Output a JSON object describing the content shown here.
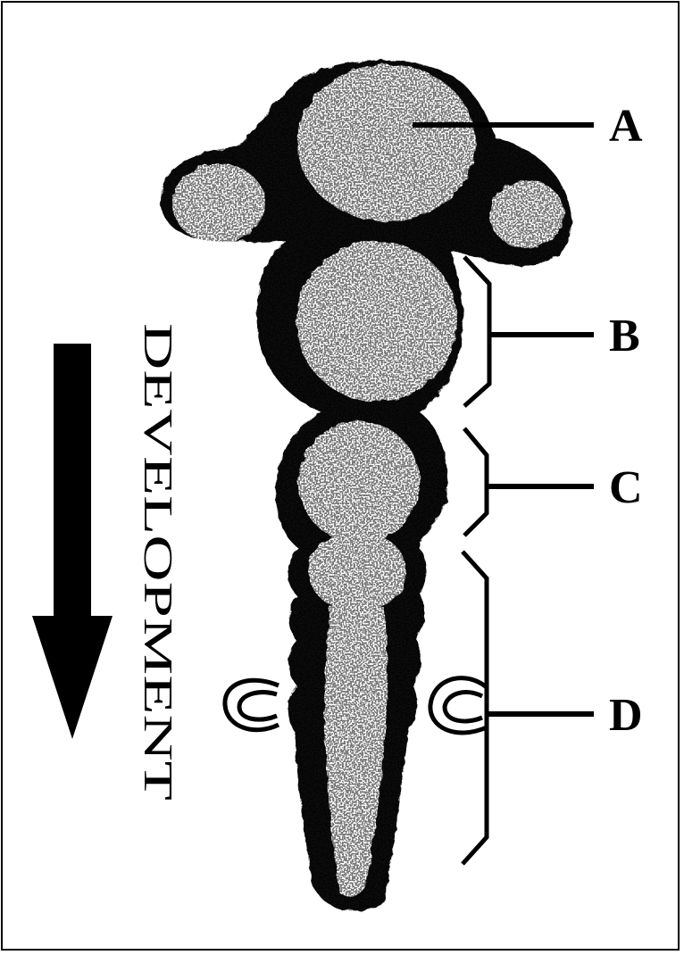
{
  "labels": {
    "a": "A",
    "b": "B",
    "c": "C",
    "d": "D"
  },
  "development_text": "DEVELOPMENT",
  "arrow_direction": "down",
  "colors": {
    "ink": "#000000",
    "background": "#ffffff",
    "stipple": "#1a1a1a"
  }
}
